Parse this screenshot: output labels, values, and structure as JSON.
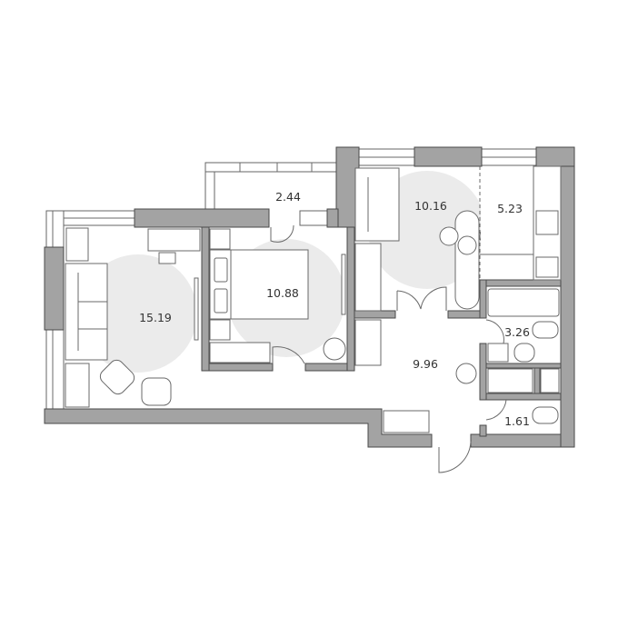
{
  "rooms": [
    {
      "id": "living-room",
      "area": "15.19"
    },
    {
      "id": "balcony",
      "area": "2.44"
    },
    {
      "id": "bedroom",
      "area": "10.88"
    },
    {
      "id": "dining-room",
      "area": "10.16"
    },
    {
      "id": "kitchen",
      "area": "5.23"
    },
    {
      "id": "hallway",
      "area": "9.96"
    },
    {
      "id": "bathroom",
      "area": "3.26"
    },
    {
      "id": "toilet",
      "area": "1.61"
    }
  ],
  "colors": {
    "wall": "#a3a3a3",
    "zone": "#ebebeb"
  }
}
